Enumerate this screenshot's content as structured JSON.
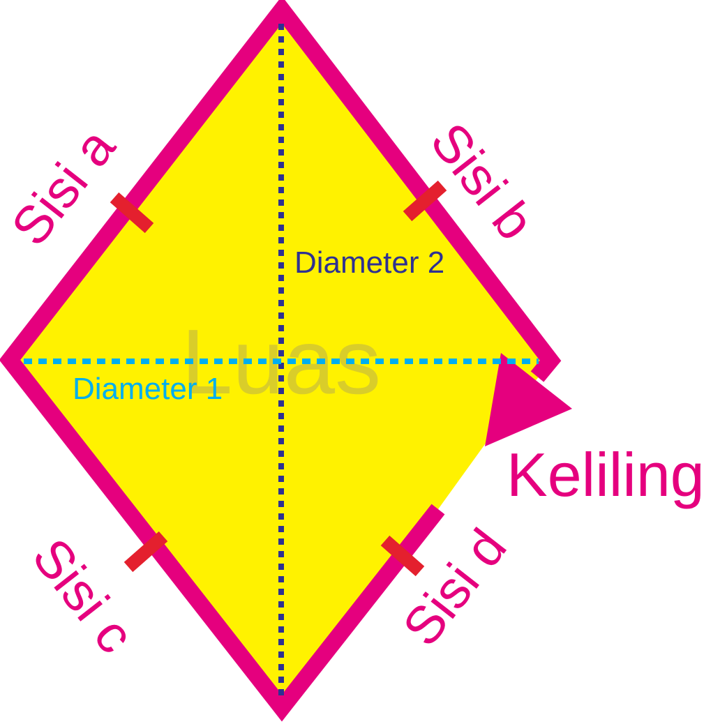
{
  "labels": {
    "side_a": "Sisi a",
    "side_b": "Sisi b",
    "side_c": "Sisi c",
    "side_d": "Sisi d",
    "diagonal_1": "Diameter 1",
    "diagonal_2": "Diameter 2",
    "area": "Luas",
    "perimeter": "Keliling"
  },
  "colors": {
    "fill": "#FFF200",
    "outline": "#E5007E",
    "tick_marks": "#E4202E",
    "diagonal_1": "#00AEEF",
    "diagonal_2": "#2E3192",
    "area_watermark": "#D9CD2A",
    "side_labels": "#E5007E"
  }
}
